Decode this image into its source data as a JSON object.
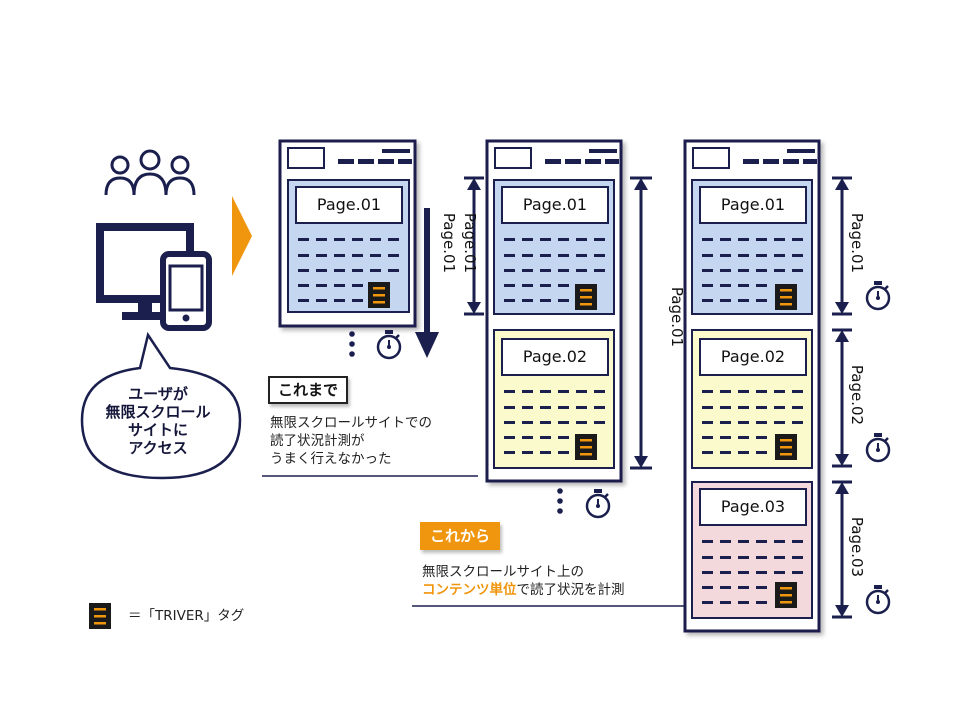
{
  "bubble": {
    "lines": [
      "ユーザが",
      "無限スクロール",
      "サイトに",
      "アクセス"
    ]
  },
  "before": {
    "badge": "これまで",
    "desc_lines": [
      "無限スクロールサイトでの",
      "読了状況計測が",
      "うまく行えなかった"
    ],
    "pages": [
      "Page.01"
    ],
    "scroll_label": "Page.01"
  },
  "after": {
    "badge": "これから",
    "desc_line1": "無限スクロールサイト上の",
    "desc_highlight": "コンテンツ単位",
    "desc_rest": "で読了状況を計測"
  },
  "middle": {
    "pages": [
      "Page.01",
      "Page.02"
    ],
    "side_labels": [
      "Page.01",
      "Page.01"
    ]
  },
  "right": {
    "pages": [
      "Page.01",
      "Page.02",
      "Page.03"
    ],
    "side_labels": [
      "Page.01",
      "Page.02",
      "Page.03"
    ]
  },
  "legend": {
    "text": "＝「TRIVER」タグ"
  },
  "colors": {
    "navy": "#1b1f4e",
    "page_blue": "#c5d6f0",
    "page_yellow": "#fbfacc",
    "page_pink": "#f3d9dc",
    "accent_orange": "#f0960e",
    "tag_black": "#1a1a1a"
  }
}
